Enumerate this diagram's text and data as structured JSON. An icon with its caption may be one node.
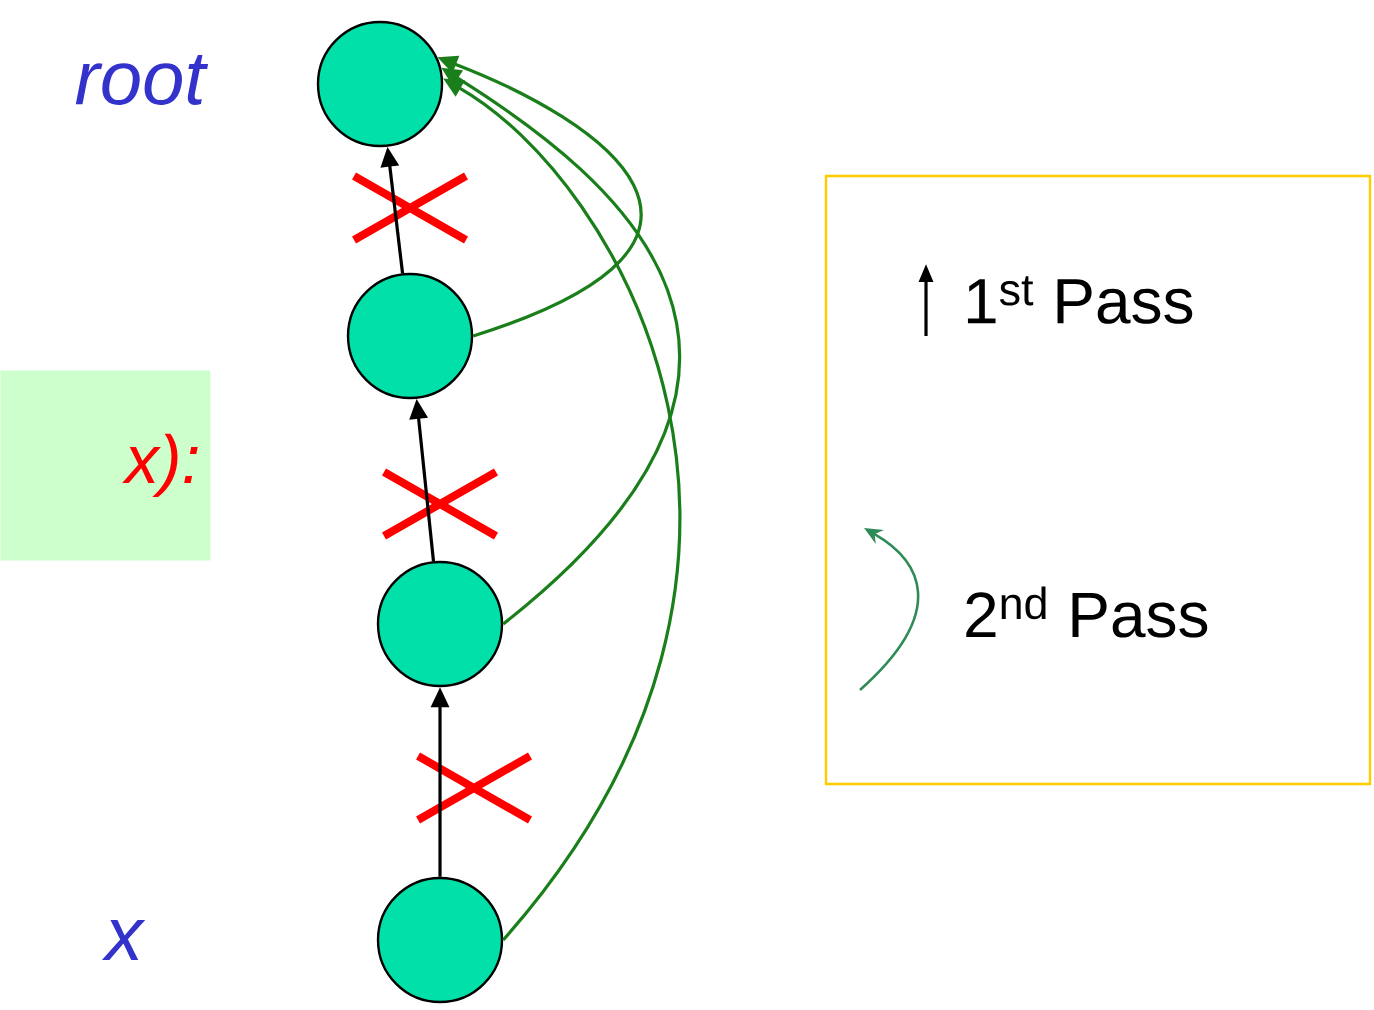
{
  "diagram": {
    "nodes": [
      {
        "text": [
          "x):"
        ]
      },
      {
        "text": [],
        "shape": "circle"
      },
      {
        "text": [],
        "shape": "circle"
      },
      {
        "text": [],
        "shape": "circle"
      },
      {
        "text": [],
        "shape": "circle"
      }
    ],
    "edges": [
      {
        "from": 2,
        "to": 1,
        "arrow": "to"
      },
      {
        "from": 3,
        "to": 2,
        "arrow": "to"
      },
      {
        "from": 4,
        "to": 3,
        "arrow": "to"
      },
      {
        "from": 2,
        "to": 1,
        "arrow": "to",
        "color": "#1a7f1a"
      },
      {
        "from": 3,
        "to": 1,
        "arrow": "to",
        "color": "#1a7f1a"
      },
      {
        "from": 4,
        "to": 1,
        "arrow": "to",
        "color": "#1a7f1a"
      }
    ],
    "labels": [
      "root",
      "x"
    ],
    "legend": [
      {
        "text": "1$^{st}$ Pass"
      },
      {
        "text": "2$^{nd}$ Pass"
      }
    ]
  }
}
